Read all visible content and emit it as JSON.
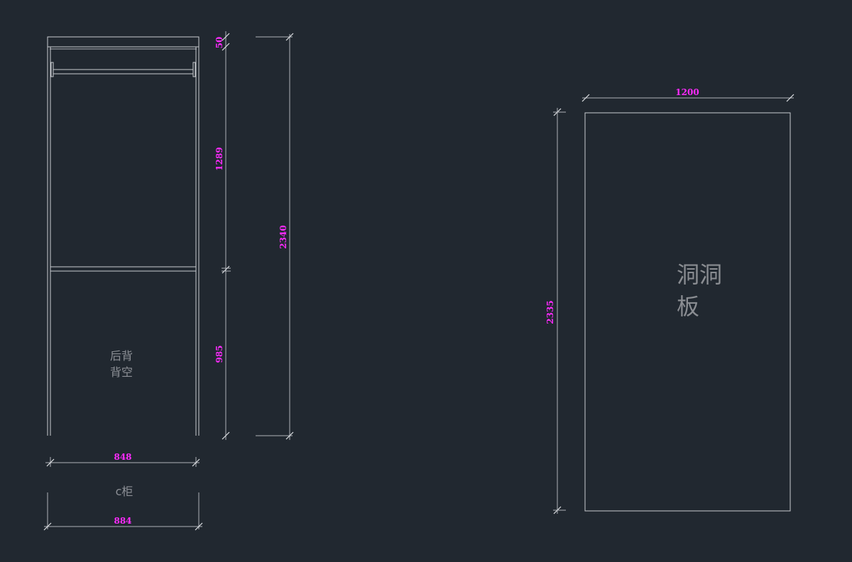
{
  "cabinet": {
    "dims": {
      "top": "50",
      "upper": "1289",
      "lower": "985",
      "total_height": "2340",
      "inner_width": "848",
      "outer_width": "884"
    },
    "back_label_line1": "后背",
    "back_label_line2": "背空",
    "name": "c柜"
  },
  "panel": {
    "dims": {
      "width": "1200",
      "height": "2335"
    },
    "label_line1": "洞洞",
    "label_line2": "板"
  },
  "colors": {
    "background": "#212830",
    "line": "#c9ccd1",
    "dimension_text": "#ff2bff",
    "label_text": "#8d9096"
  }
}
